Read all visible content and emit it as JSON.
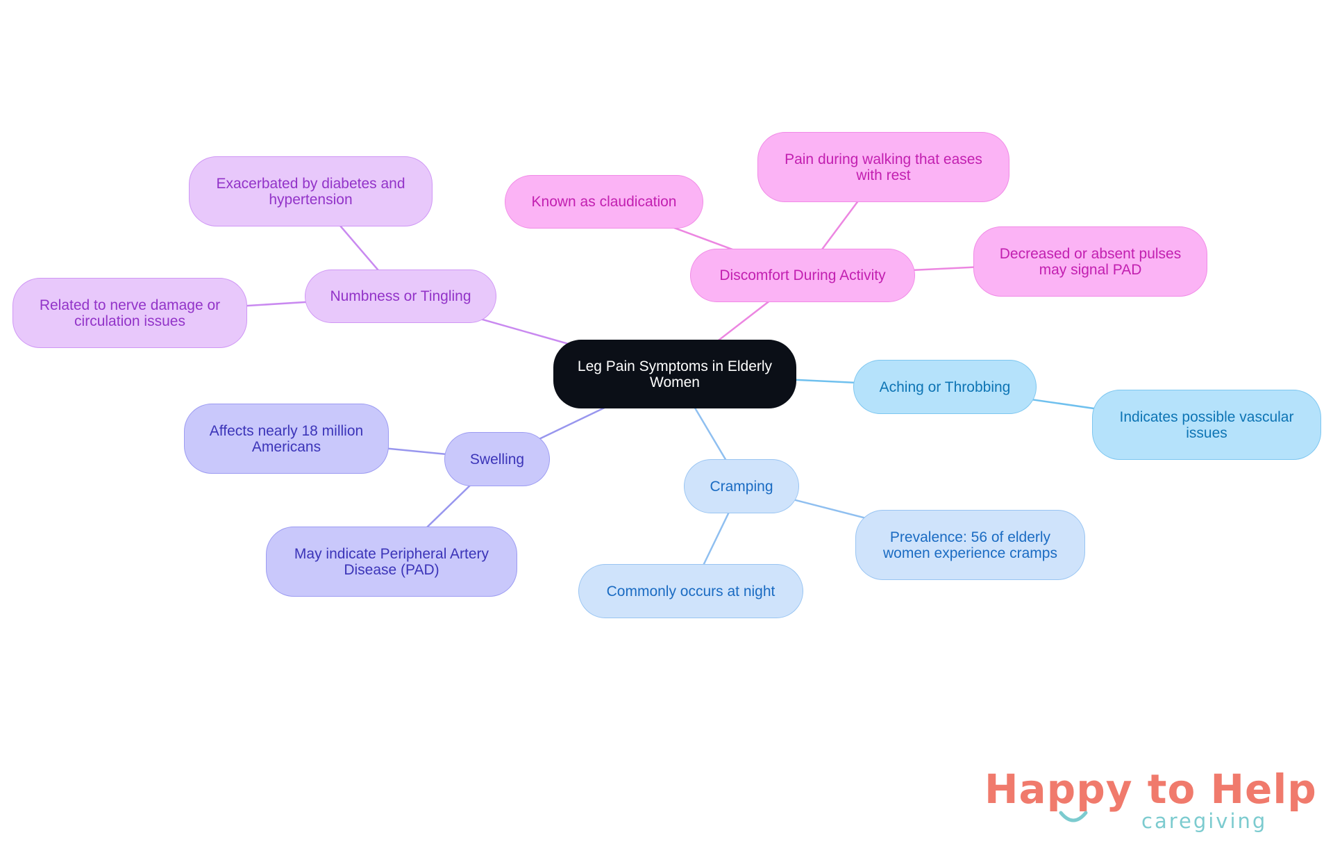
{
  "diagram": {
    "root": {
      "id": "root",
      "label": "Leg Pain Symptoms in Elderly Women"
    },
    "branches": [
      {
        "id": "discomfort",
        "label": "Discomfort During Activity",
        "color": "#ec86e1",
        "children": [
          {
            "id": "claudication",
            "label": "Known as claudication"
          },
          {
            "id": "walking",
            "label": "Pain during walking that eases with rest"
          },
          {
            "id": "pulses",
            "label": "Decreased or absent pulses may signal PAD"
          }
        ]
      },
      {
        "id": "numbness",
        "label": "Numbness or Tingling",
        "color": "#c989f0",
        "children": [
          {
            "id": "diabetes",
            "label": "Exacerbated by diabetes and hypertension"
          },
          {
            "id": "nerve",
            "label": "Related to nerve damage or circulation issues"
          }
        ]
      },
      {
        "id": "swelling",
        "label": "Swelling",
        "color": "#9896ee",
        "children": [
          {
            "id": "millions",
            "label": "Affects nearly 18 million Americans"
          },
          {
            "id": "pad",
            "label": "May indicate Peripheral Artery Disease (PAD)"
          }
        ]
      },
      {
        "id": "aching",
        "label": "Aching or Throbbing",
        "color": "#6fc0ee",
        "children": [
          {
            "id": "vascular",
            "label": "Indicates possible vascular issues"
          }
        ]
      },
      {
        "id": "cramping",
        "label": "Cramping",
        "color": "#8fbff0",
        "children": [
          {
            "id": "prevalence",
            "label": "Prevalence: 56 of elderly women experience cramps"
          },
          {
            "id": "night",
            "label": "Commonly occurs at night"
          }
        ]
      }
    ]
  },
  "logo": {
    "happy": "Happy to Help",
    "caregiving": "caregiving",
    "color_primary": "#f07a6c",
    "color_secondary": "#7ccbcf"
  }
}
